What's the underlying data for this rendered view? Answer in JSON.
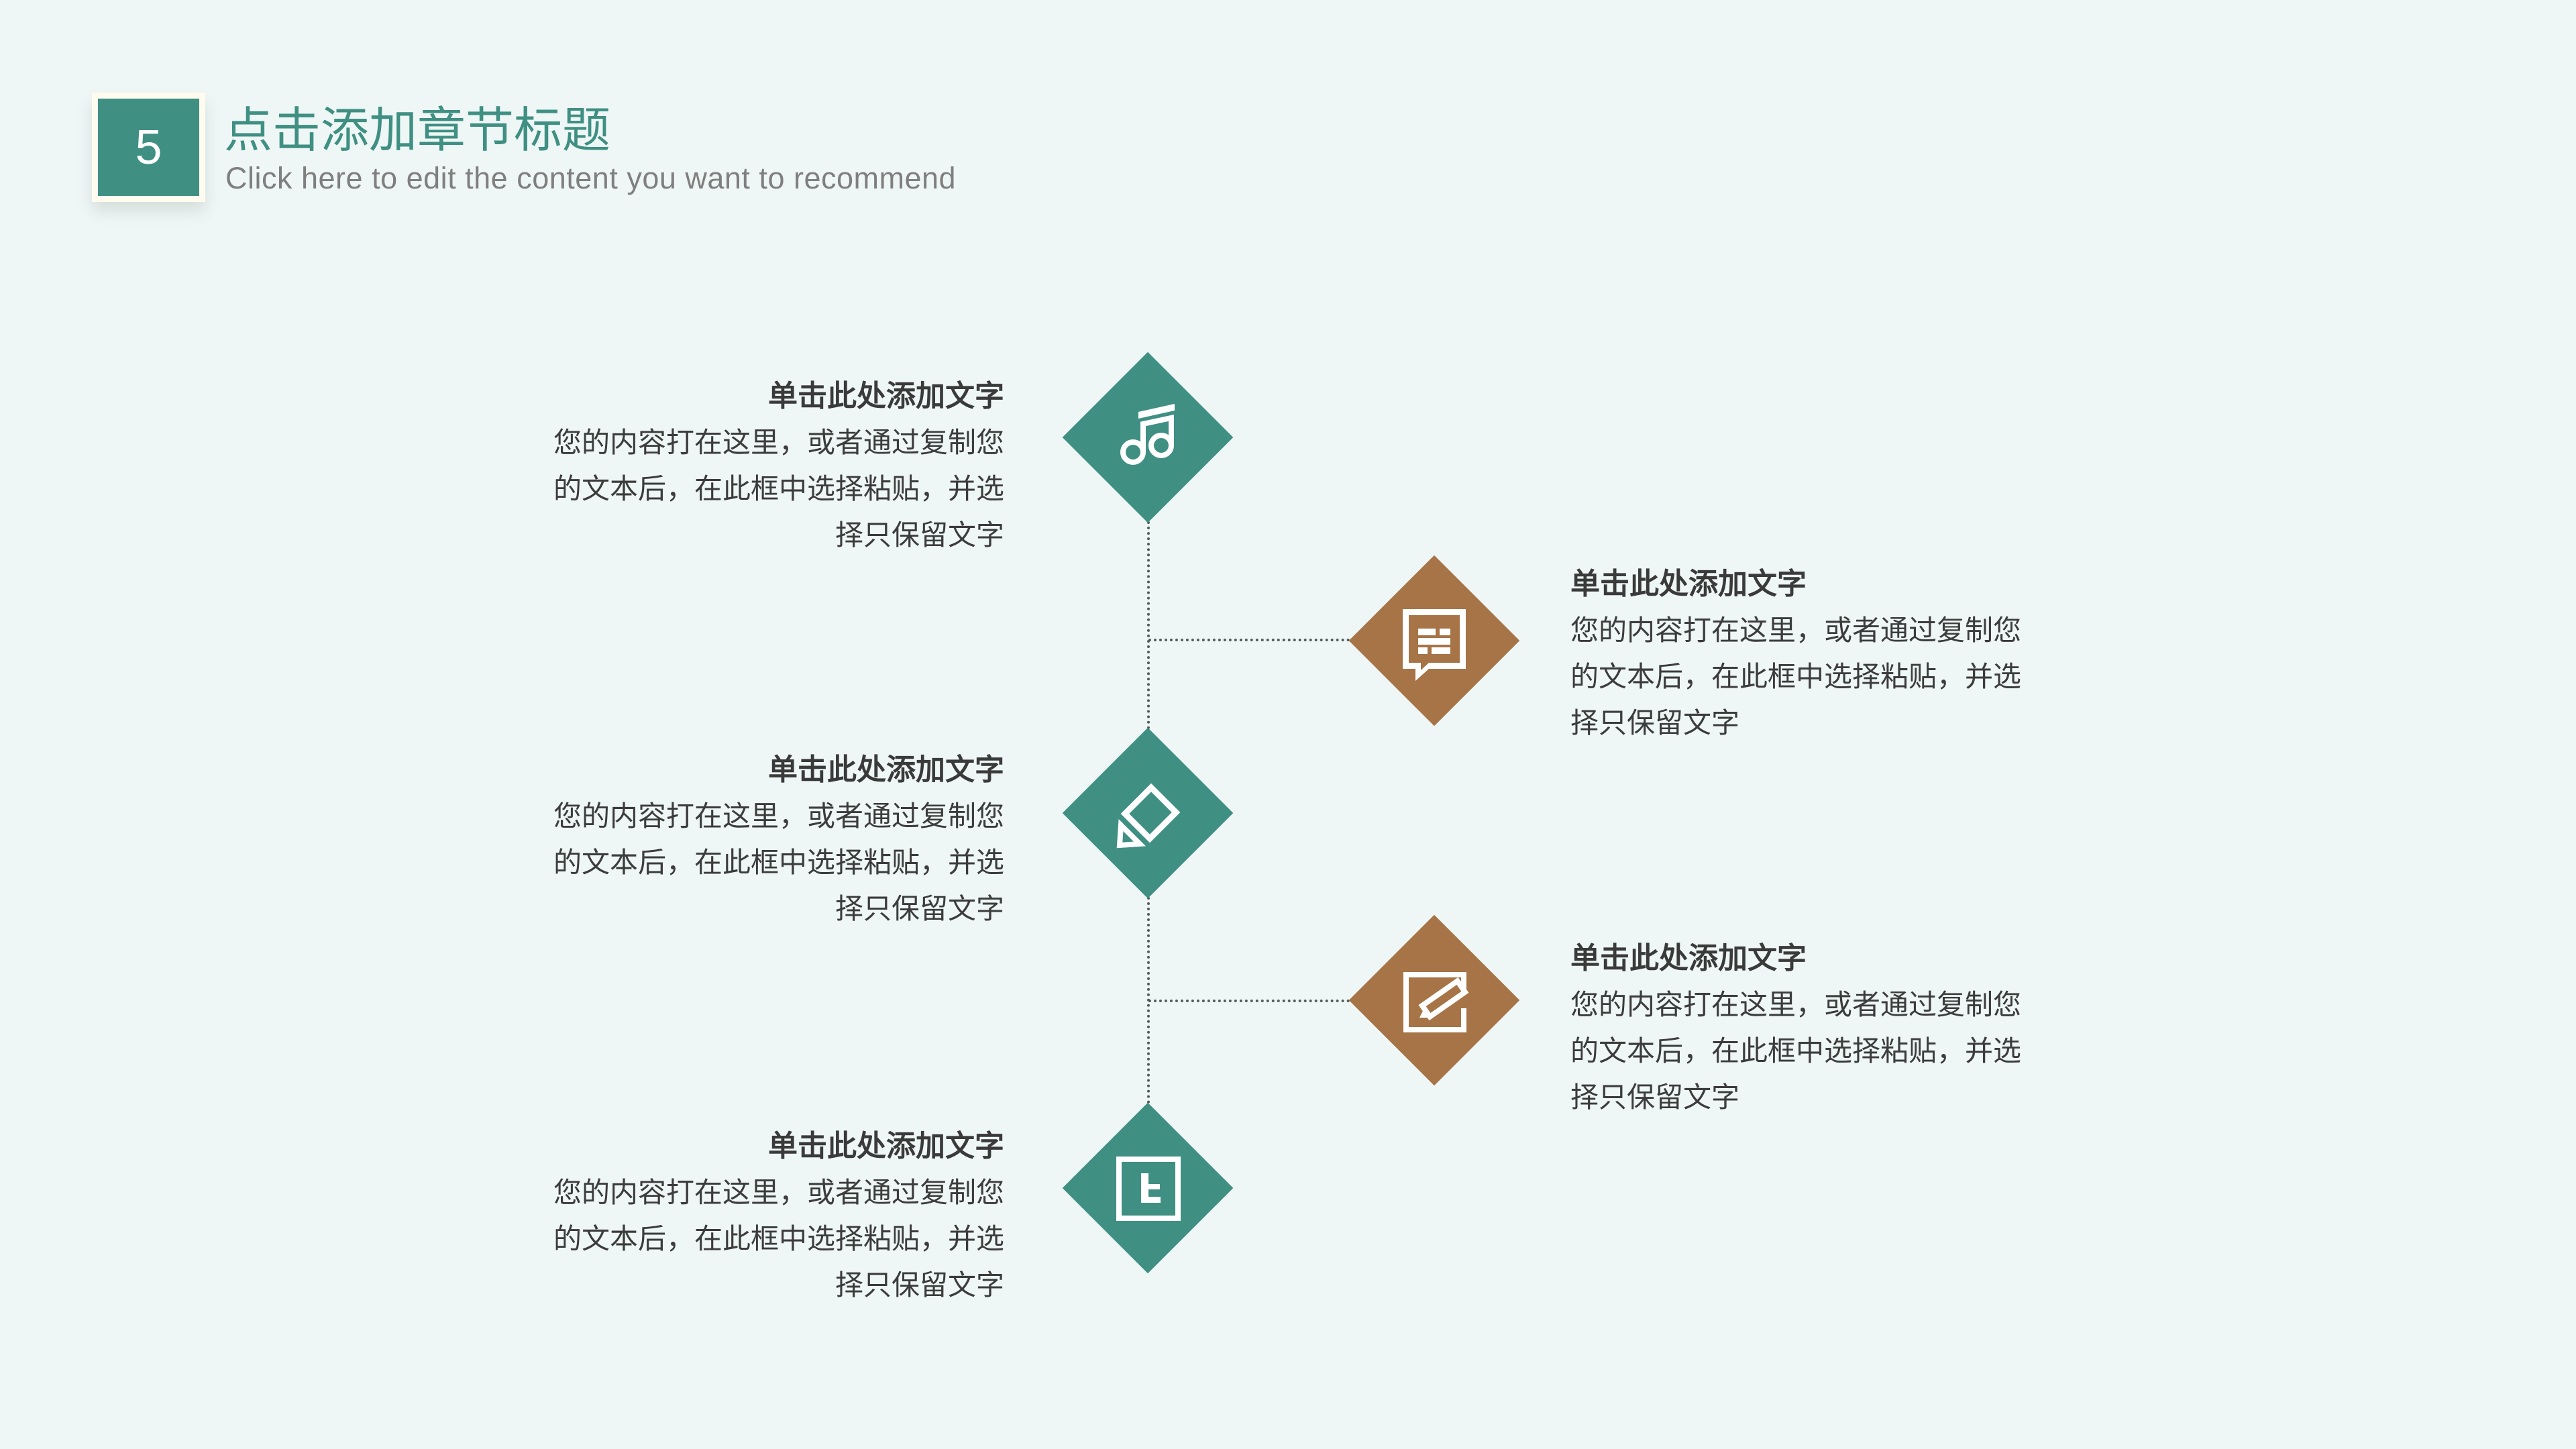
{
  "header": {
    "section_number": "5",
    "title": "点击添加章节标题",
    "subtitle": "Click here to edit the content you want to recommend"
  },
  "colors": {
    "background": "#eef7f5",
    "teal": "#3f8f83",
    "brown": "#a67446",
    "number_box_border": "#fffcef",
    "subtitle_text": "#7f7f7f",
    "body_text": "#3c3c3c",
    "connector": "#555b5a"
  },
  "items": [
    {
      "side": "left",
      "color": "teal",
      "icon": "music-note-icon",
      "title": "单击此处添加文字",
      "lines": [
        "您的内容打在这里，或者通过复制您",
        "的文本后，在此框中选择粘贴，并选",
        "择只保留文字"
      ]
    },
    {
      "side": "right",
      "color": "brown",
      "icon": "chat-bubble-icon",
      "title": "单击此处添加文字",
      "lines": [
        "您的内容打在这里，或者通过复制您",
        "的文本后，在此框中选择粘贴，并选",
        "择只保留文字"
      ]
    },
    {
      "side": "left",
      "color": "teal",
      "icon": "eraser-icon",
      "title": "单击此处添加文字",
      "lines": [
        "您的内容打在这里，或者通过复制您",
        "的文本后，在此框中选择粘贴，并选",
        "择只保留文字"
      ]
    },
    {
      "side": "right",
      "color": "brown",
      "icon": "edit-pencil-icon",
      "title": "单击此处添加文字",
      "lines": [
        "您的内容打在这里，或者通过复制您",
        "的文本后，在此框中选择粘贴，并选",
        "择只保留文字"
      ]
    },
    {
      "side": "left",
      "color": "teal",
      "icon": "twitter-square-icon",
      "title": "单击此处添加文字",
      "lines": [
        "您的内容打在这里，或者通过复制您",
        "的文本后，在此框中选择粘贴，并选",
        "择只保留文字"
      ]
    }
  ]
}
